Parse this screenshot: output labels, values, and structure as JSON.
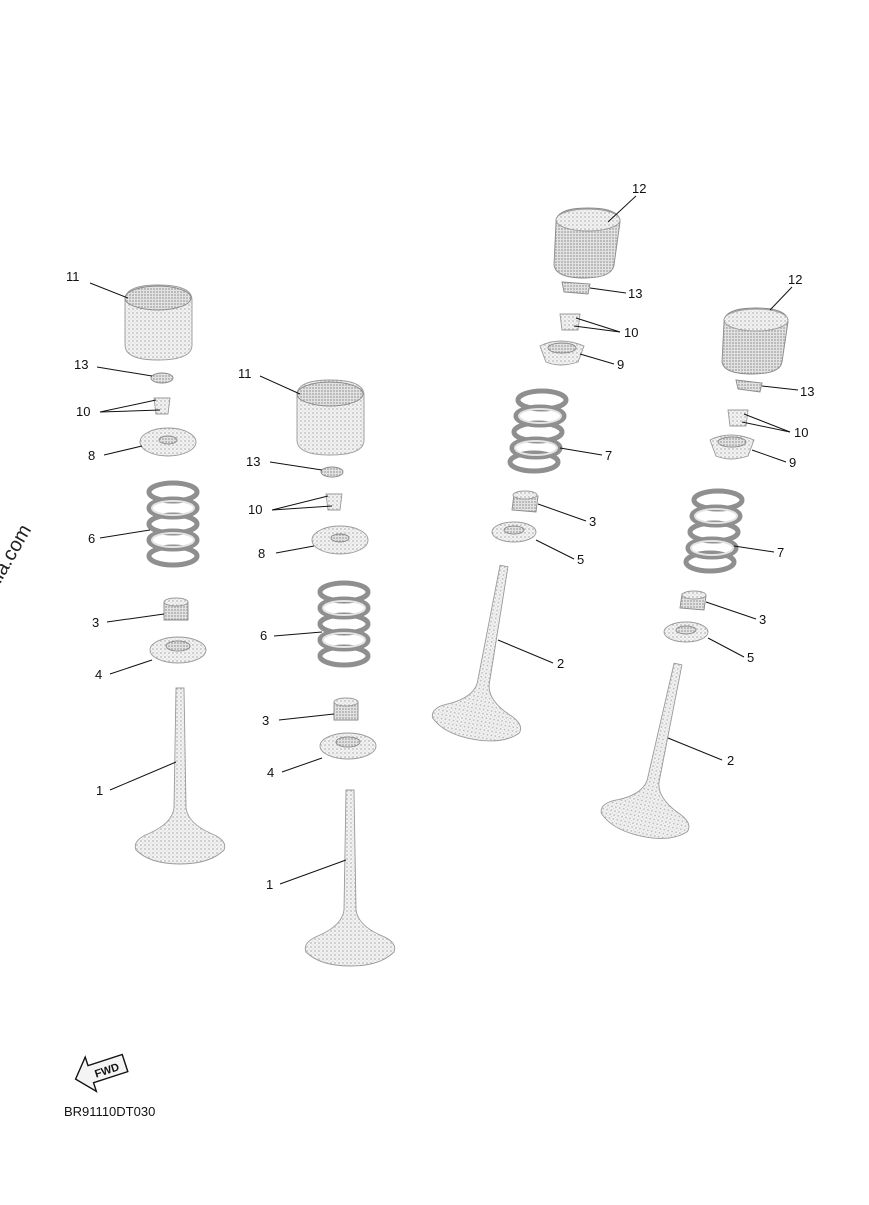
{
  "watermark": "© Partzilla.com",
  "diagram_code": "BR91110DT030",
  "fwd_label": "FWD",
  "callouts": {
    "n1": "1",
    "n2": "2",
    "n3": "3",
    "n4": "4",
    "n5": "5",
    "n6": "6",
    "n7": "7",
    "n8": "8",
    "n9": "9",
    "n10": "10",
    "n11": "11",
    "n12": "12",
    "n13": "13"
  },
  "colors": {
    "ink": "#111111",
    "part_gray": "#bdbdbd",
    "background": "#ffffff"
  }
}
